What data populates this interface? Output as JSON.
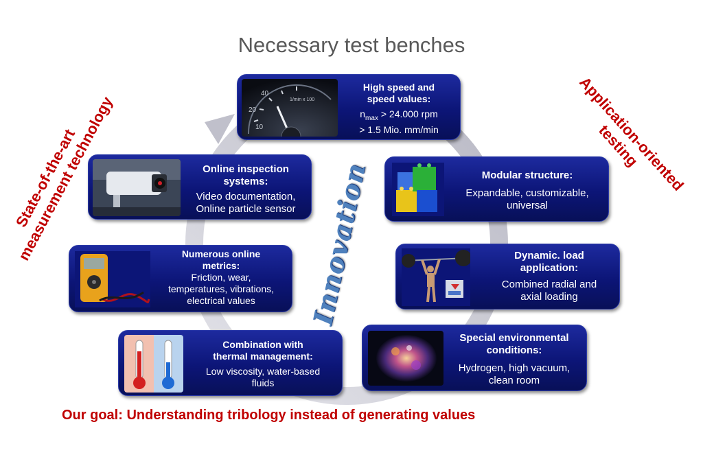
{
  "title": "Necessary test benches",
  "left_label": [
    "State-of-the-art",
    "measurement technology"
  ],
  "right_label": [
    "Application-oriented",
    "testing"
  ],
  "center_label": "Innovation",
  "goal": "Our goal: Understanding tribology instead of generating values",
  "boxes": {
    "speed": {
      "heading": [
        "High speed and",
        "speed values:"
      ],
      "nmax_base": "n",
      "nmax_sub": "max",
      "nmax_rest": " > 24.000 rpm",
      "line2": "> 1.5 Mio. mm/min",
      "gauge_unit": "1/min x 100"
    },
    "inspection": {
      "heading": [
        "Online inspection",
        "systems:"
      ],
      "body": [
        "Video documentation,",
        "Online particle sensor"
      ]
    },
    "metrics": {
      "heading": [
        "Numerous online",
        "metrics:"
      ],
      "body": [
        "Friction, wear,",
        "temperatures, vibrations,",
        "electrical values"
      ]
    },
    "thermal": {
      "heading": [
        "Combination with",
        "thermal management:"
      ],
      "body": [
        "Low viscosity, water-based",
        "fluids"
      ]
    },
    "modular": {
      "heading": [
        "Modular structure:"
      ],
      "body": [
        "Expandable, customizable,",
        "universal"
      ]
    },
    "dynamic": {
      "heading": [
        "Dynamic. load",
        "application:"
      ],
      "body": [
        "Combined radial and",
        "axial loading"
      ]
    },
    "environment": {
      "heading": [
        "Special environmental",
        "conditions:"
      ],
      "body": [
        "Hydrogen, high vacuum,",
        "clean room"
      ]
    }
  },
  "colors": {
    "accent_red": "#c00000",
    "box_blue": "#0c1577",
    "innovation_blue": "#4f81bd",
    "cycle_gray": "#c8c8d0"
  }
}
